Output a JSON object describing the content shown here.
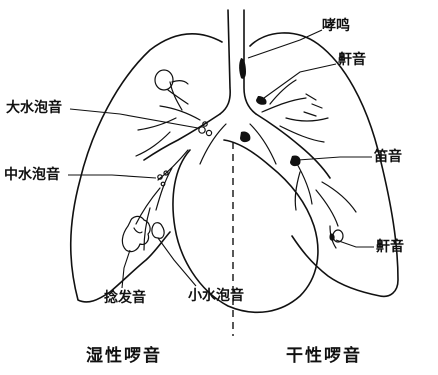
{
  "labels": {
    "wheeze_top": "哮鸣",
    "sibilant_top_right": "鼾音",
    "sibilant_right": "笛音",
    "sibilant_bottom_right": "鼾音",
    "coarse_crackles": "大水泡音",
    "medium_crackles": "中水泡音",
    "fine_hair_crackles": "捻发音",
    "small_crackles": "小水泡音"
  },
  "captions": {
    "left": "湿性啰音",
    "right": "干性啰音"
  },
  "colors": {
    "ink": "#111111",
    "background": "#ffffff"
  }
}
